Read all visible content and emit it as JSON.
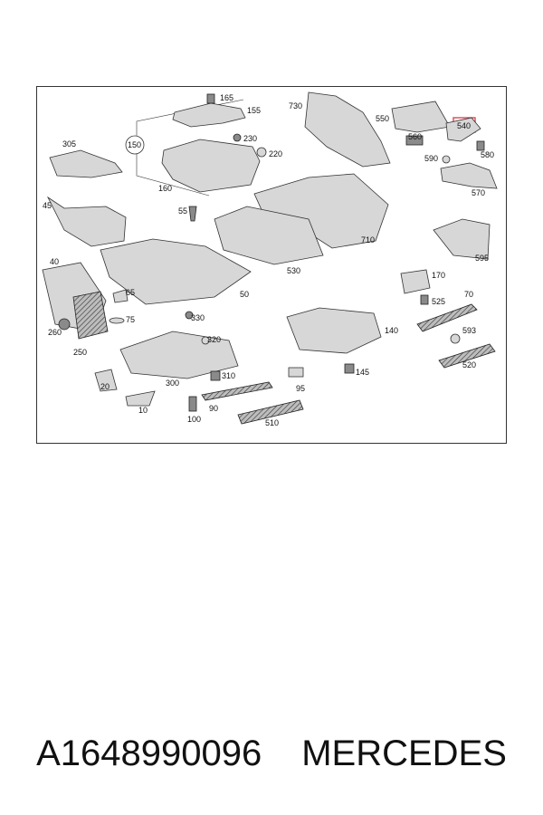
{
  "caption": {
    "part_number": "A1648990096",
    "brand": "MERCEDES"
  },
  "highlight_color": "#e0454f",
  "diagram": {
    "highlighted_label": "540",
    "labels": [
      "165",
      "155",
      "730",
      "550",
      "540",
      "305",
      "150",
      "230",
      "220",
      "560",
      "580",
      "590",
      "160",
      "570",
      "45",
      "55",
      "710",
      "595",
      "40",
      "530",
      "170",
      "65",
      "50",
      "525",
      "70",
      "75",
      "330",
      "140",
      "593",
      "260",
      "320",
      "250",
      "520",
      "310",
      "145",
      "20",
      "300",
      "95",
      "10",
      "90",
      "100",
      "510"
    ]
  }
}
